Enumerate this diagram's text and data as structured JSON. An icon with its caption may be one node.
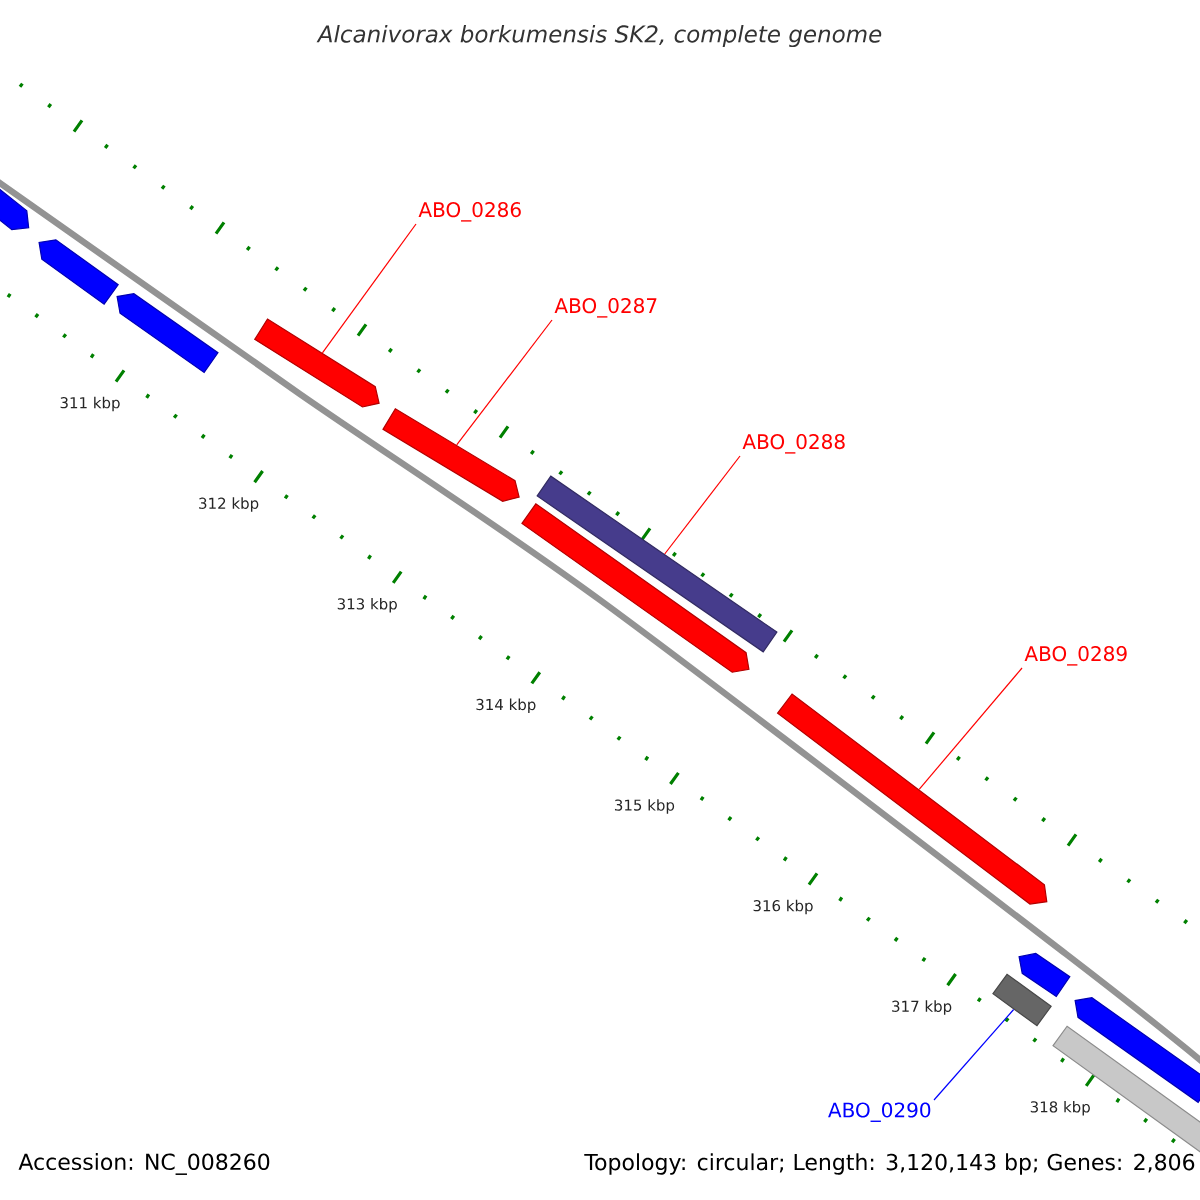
{
  "diagram": {
    "title": "Alcanivorax borkumensis SK2, complete genome",
    "nodes": [
      {
        "text": [
          "ABO_0286"
        ]
      },
      {
        "text": [
          "ABO_0287"
        ]
      },
      {
        "text": [
          "ABO_0288"
        ]
      },
      {
        "text": [
          "ABO_0289"
        ]
      },
      {
        "text": [
          "ABO_0290"
        ]
      },
      {
        "text": [],
        "shape": "arrow"
      },
      {
        "text": [],
        "shape": "arrow"
      },
      {
        "text": [],
        "shape": "arrow"
      },
      {
        "text": [],
        "shape": "arrow"
      },
      {
        "text": [],
        "shape": "arrow"
      },
      {
        "text": [],
        "shape": "arrow"
      },
      {
        "text": [],
        "shape": "bar"
      },
      {
        "text": [],
        "shape": "arrow"
      },
      {
        "text": [],
        "shape": "bar"
      },
      {
        "text": [],
        "shape": "arrow"
      },
      {
        "text": [],
        "shape": "bar"
      },
      {
        "text": [],
        "shape": "arrow"
      }
    ],
    "edges": [
      {
        "from": 0,
        "to": 8,
        "arrow": "none"
      },
      {
        "from": 1,
        "to": 9,
        "arrow": "none"
      },
      {
        "from": 2,
        "to": 11,
        "arrow": "none"
      },
      {
        "from": 3,
        "to": 12,
        "arrow": "none"
      },
      {
        "from": 4,
        "to": 13,
        "arrow": "none",
        "color": "#0000ff"
      }
    ],
    "labels": [
      "311 kbp",
      "312 kbp",
      "313 kbp",
      "314 kbp",
      "315 kbp",
      "316 kbp",
      "317 kbp",
      "318 kbp",
      "Accession: NC_008260",
      "Topology: circular; Length: 3,120,143 bp; Genes: 2,806"
    ]
  }
}
